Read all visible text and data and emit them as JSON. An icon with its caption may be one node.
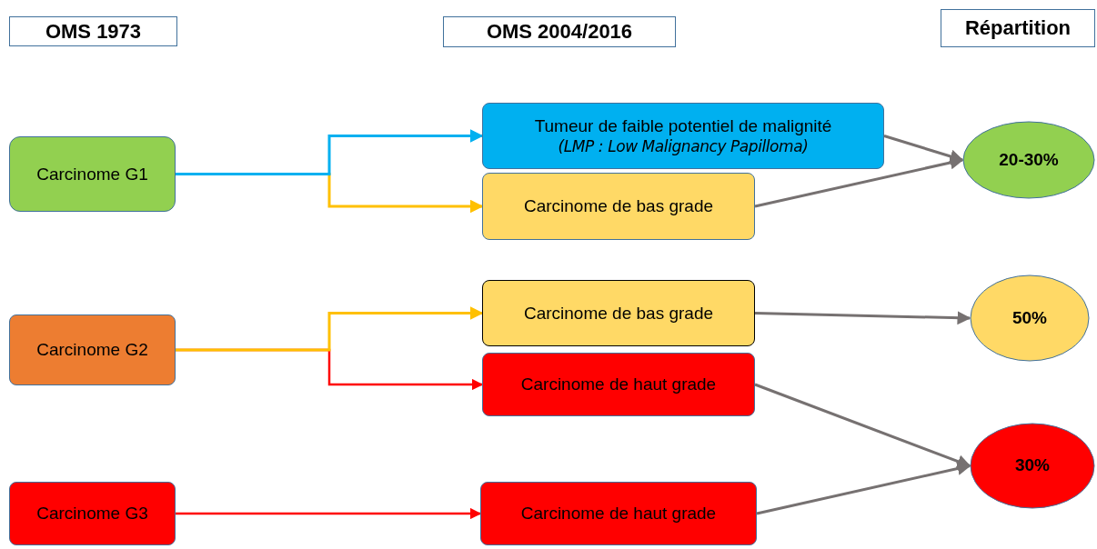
{
  "diagram": {
    "nodes": [
      {
        "text": [
          "OMS 1973"
        ]
      },
      {
        "text": [
          "OMS 2004/2016"
        ]
      },
      {
        "text": [
          "Répartition"
        ]
      },
      {
        "text": [
          "Carcinome G1"
        ]
      },
      {
        "text": [
          "Tumeur de faible potentiel de malignité",
          "(LMP : Low Malignancy Papilloma)"
        ]
      },
      {
        "text": [
          "Carcinome de bas grade"
        ]
      },
      {
        "text": [
          "20-30%"
        ]
      },
      {
        "text": [
          "Carcinome G2"
        ]
      },
      {
        "text": [
          "Carcinome de bas grade"
        ]
      },
      {
        "text": [
          "Carcinome de haut grade"
        ]
      },
      {
        "text": [
          "50%"
        ]
      },
      {
        "text": [
          "Carcinome G3"
        ]
      },
      {
        "text": [
          "Carcinome de haut grade"
        ]
      },
      {
        "text": [
          "30%"
        ]
      }
    ],
    "edges": [
      {
        "from": 3,
        "to": 5,
        "arrow": "to",
        "color": "#ffc000"
      },
      {
        "from": 3,
        "to": 4,
        "arrow": "to",
        "color": "#00b0f0"
      },
      {
        "from": 4,
        "to": 6,
        "arrow": "to"
      },
      {
        "from": 5,
        "to": 6,
        "arrow": "to"
      },
      {
        "from": 7,
        "to": 9,
        "arrow": "to",
        "color": "#ff0000"
      },
      {
        "from": 7,
        "to": 8,
        "arrow": "to",
        "color": "#ffc000"
      },
      {
        "from": 8,
        "to": 10,
        "arrow": "to"
      },
      {
        "from": 9,
        "to": 13,
        "arrow": "to"
      },
      {
        "from": 12,
        "to": 13,
        "arrow": "to"
      },
      {
        "from": 11,
        "to": 12,
        "arrow": "to",
        "color": "#ff0000"
      }
    ]
  }
}
